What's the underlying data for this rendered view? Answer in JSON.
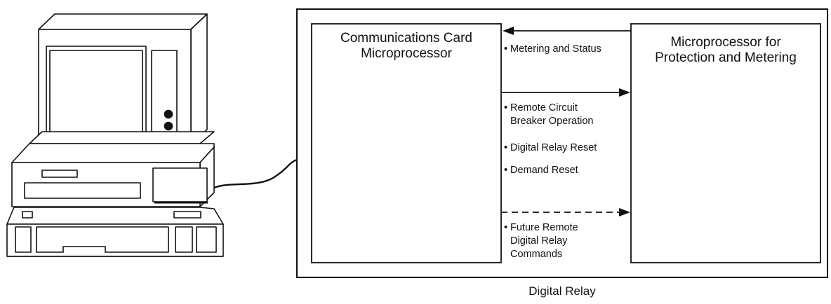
{
  "left_box": {
    "title_line1": "Communications Card",
    "title_line2": "Microprocessor"
  },
  "right_box": {
    "title_line1": "Microprocessor for",
    "title_line2": "Protection and Metering"
  },
  "signals": {
    "metering_status": "Metering and Status",
    "remote_breaker_line1": "Remote Circuit",
    "remote_breaker_line2": "Breaker Operation",
    "relay_reset": "Digital Relay Reset",
    "demand_reset": "Demand Reset",
    "future_line1": "Future Remote",
    "future_line2": "Digital Relay",
    "future_line3": "Commands",
    "bullet": "•"
  },
  "caption": "Digital Relay",
  "icons": [
    "computer-icon",
    "arrow-left-icon",
    "arrow-right-icon",
    "dashed-arrow-right-icon"
  ]
}
